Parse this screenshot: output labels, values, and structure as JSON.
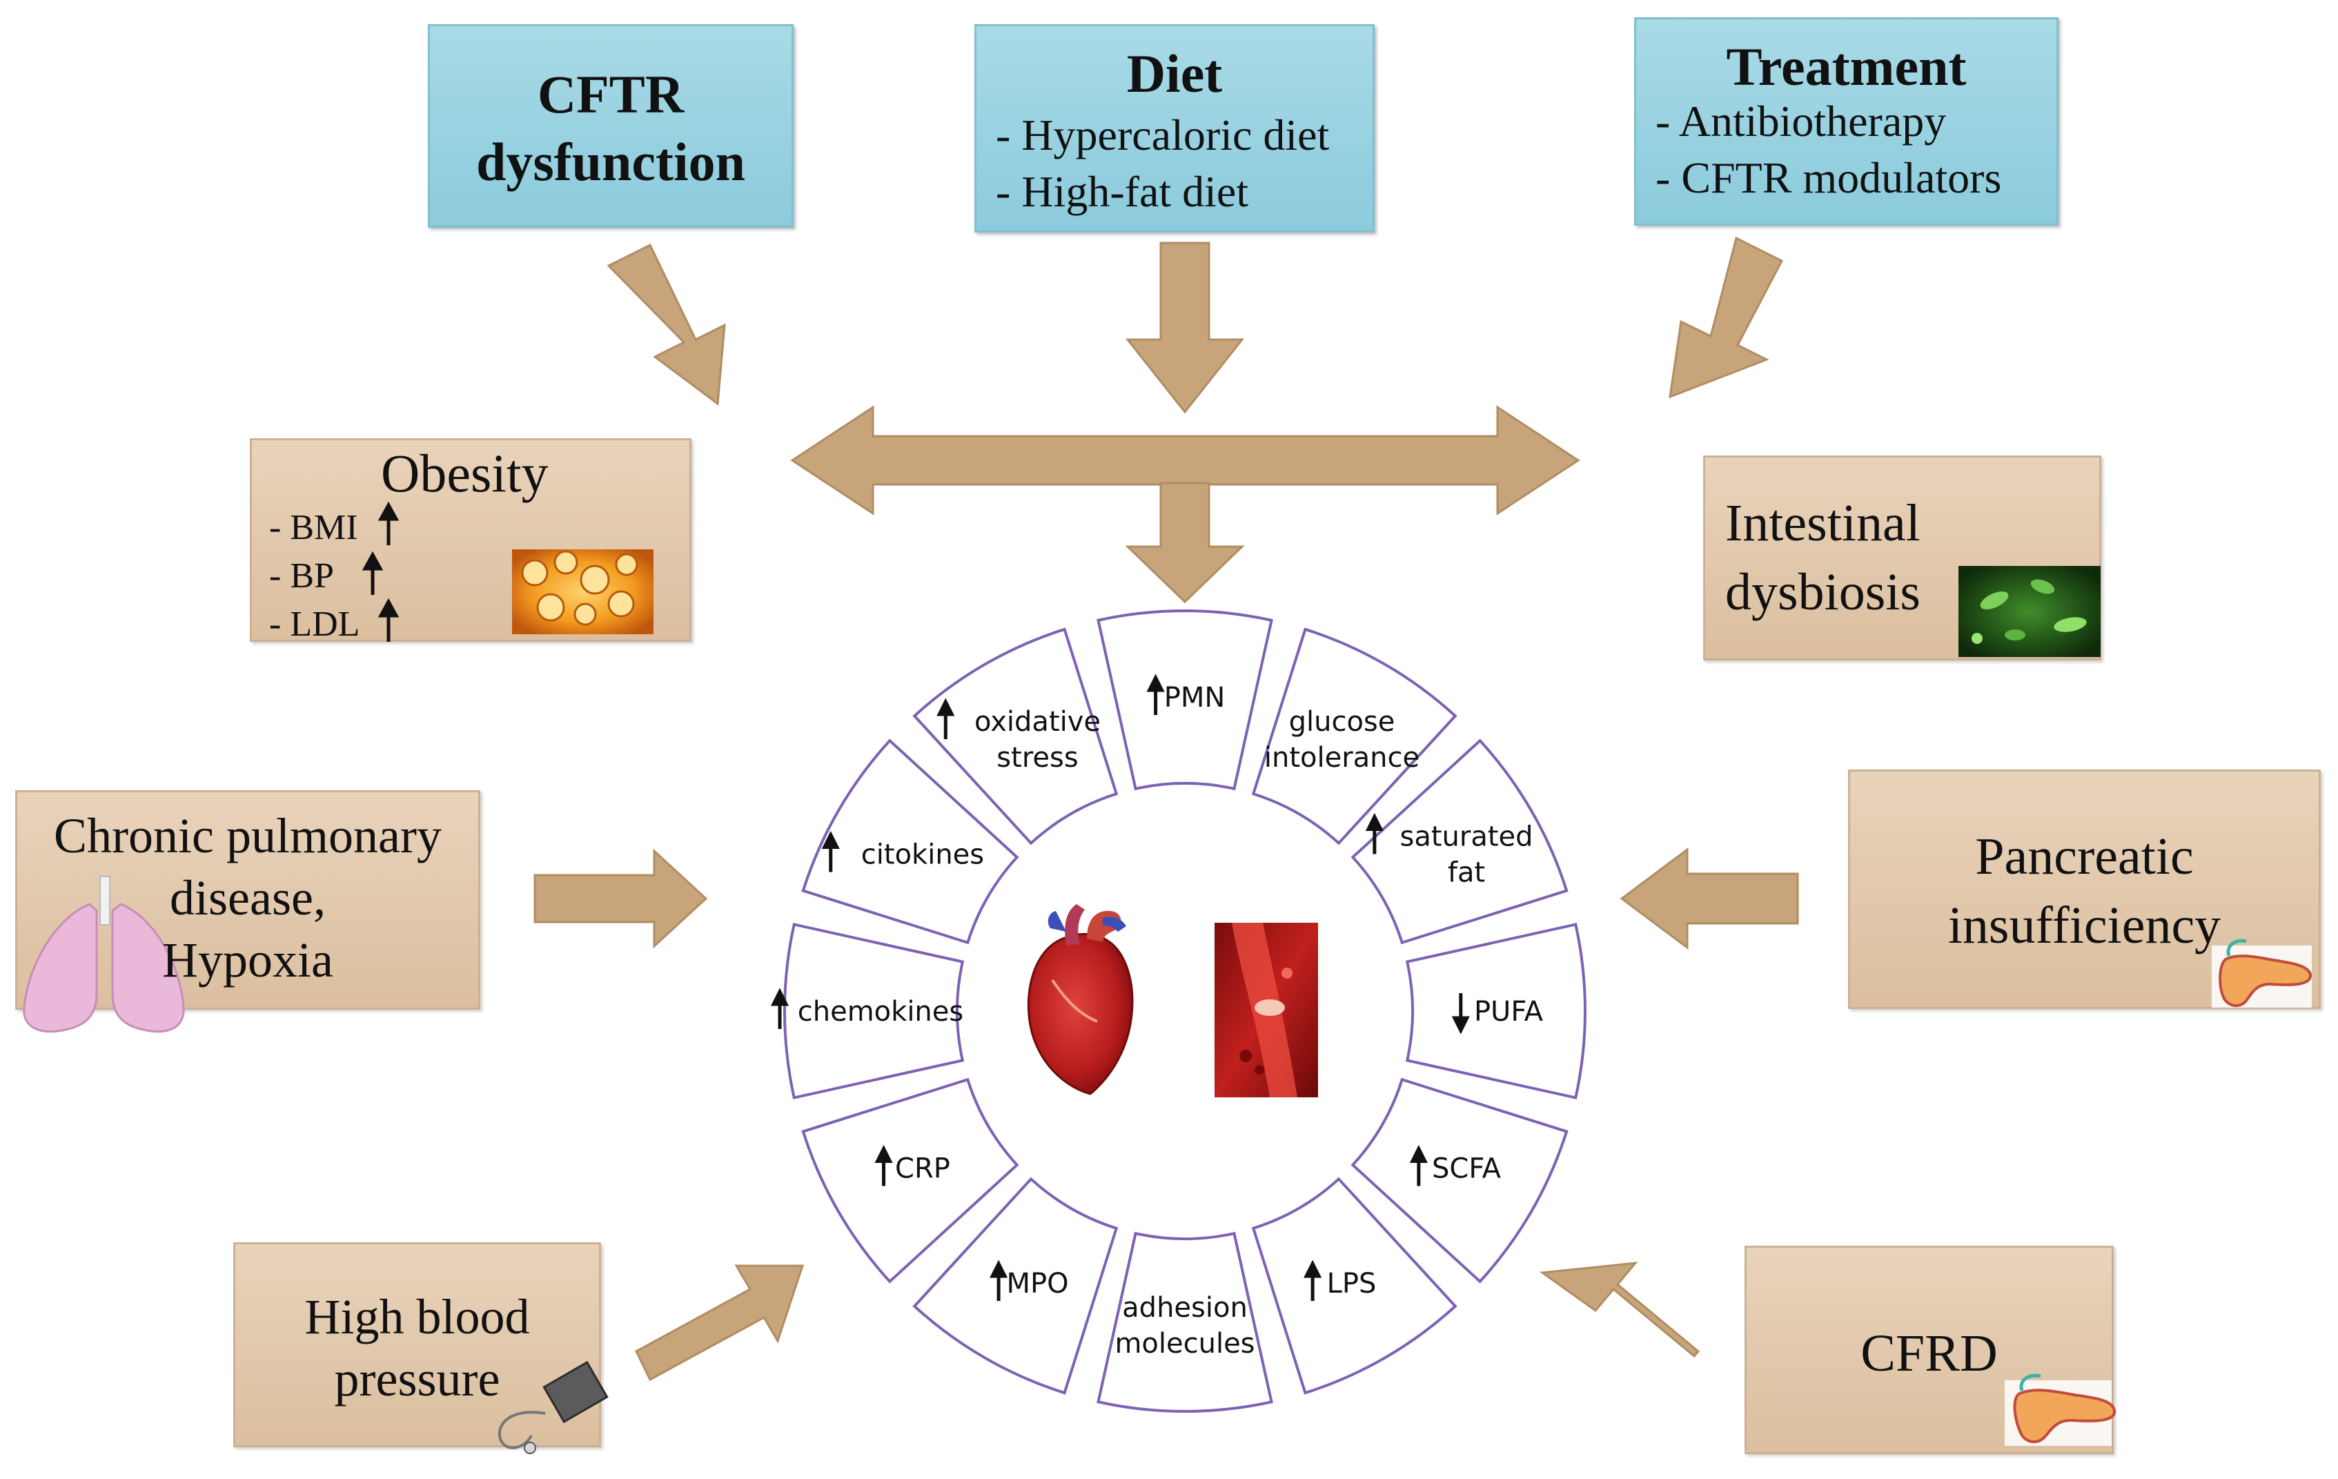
{
  "top_boxes": {
    "cftr": {
      "title_line1": "CFTR",
      "title_line2": "dysfunction"
    },
    "diet": {
      "title": "Diet",
      "item1": "- Hypercaloric diet",
      "item2": "- High-fat diet"
    },
    "treatment": {
      "title": "Treatment",
      "item1": "- Antibiotherapy",
      "item2": "- CFTR modulators"
    }
  },
  "side_boxes": {
    "obesity": {
      "title": "Obesity",
      "item1": "- BMI",
      "item2": "- BP",
      "item3": "- LDL"
    },
    "dysbiosis": {
      "line1": "Intestinal",
      "line2": "dysbiosis"
    },
    "pulmonary": {
      "line1": "Chronic pulmonary",
      "line2": "disease,",
      "line3": "Hypoxia"
    },
    "pancreatic": {
      "line1": "Pancreatic",
      "line2": "insufficiency"
    },
    "hbp": {
      "line1": "High blood",
      "line2": "pressure"
    },
    "cfrd": {
      "label": "CFRD"
    }
  },
  "wheel": {
    "segments": [
      {
        "arrow": "up",
        "lines": [
          "PMN"
        ]
      },
      {
        "arrow": "none",
        "lines": [
          "glucose",
          "intolerance"
        ]
      },
      {
        "arrow": "up",
        "lines": [
          "saturated",
          "fat"
        ]
      },
      {
        "arrow": "down",
        "lines": [
          "PUFA"
        ]
      },
      {
        "arrow": "up",
        "lines": [
          "SCFA"
        ]
      },
      {
        "arrow": "up",
        "lines": [
          "LPS"
        ]
      },
      {
        "arrow": "none",
        "lines": [
          "adhesion",
          "molecules"
        ]
      },
      {
        "arrow": "up",
        "lines": [
          "MPO"
        ]
      },
      {
        "arrow": "up",
        "lines": [
          "CRP"
        ]
      },
      {
        "arrow": "up",
        "lines": [
          "chemokines"
        ]
      },
      {
        "arrow": "up",
        "lines": [
          "citokines"
        ]
      },
      {
        "arrow": "up",
        "lines": [
          "oxidative",
          "stress"
        ]
      }
    ]
  },
  "colors": {
    "arrow": "#c8a47a",
    "arrow_stroke": "#b08c63",
    "blue_box": "#95d0df",
    "tan_box": "#e2c8ab",
    "wheel_stroke": "#7d62b3"
  }
}
